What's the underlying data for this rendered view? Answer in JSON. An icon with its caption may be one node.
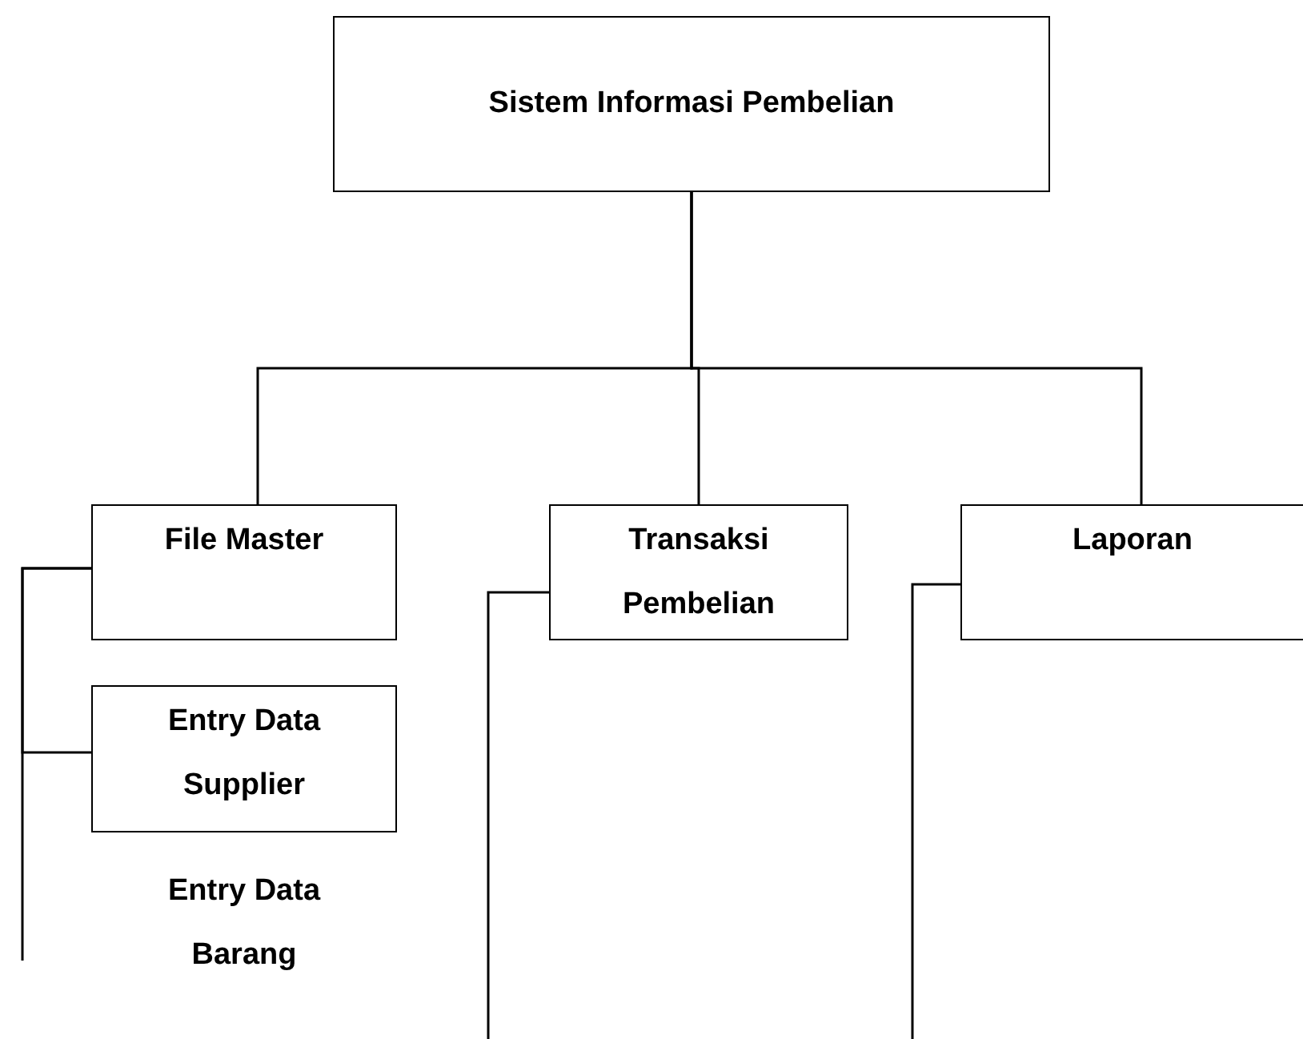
{
  "diagram": {
    "nodes": [
      {
        "text": [
          "Sistem Informasi Pembelian"
        ]
      },
      {
        "text": [
          "File Master"
        ]
      },
      {
        "text": [
          "Entry Data Supplier"
        ]
      },
      {
        "text": [
          "Entry Data Barang"
        ]
      },
      {
        "text": [
          "Transaksi Pembelian"
        ]
      },
      {
        "text": [
          "Laporan"
        ]
      }
    ],
    "edges": [
      {
        "from": 0,
        "to": 1,
        "arrow": "none"
      },
      {
        "from": 0,
        "to": 4,
        "arrow": "none"
      },
      {
        "from": 0,
        "to": 5,
        "arrow": "none"
      },
      {
        "from": 1,
        "to": 2,
        "arrow": "none"
      },
      {
        "from": 1,
        "to": null,
        "arrow": "none"
      },
      {
        "from": 4,
        "to": null,
        "arrow": "none"
      },
      {
        "from": 5,
        "to": null,
        "arrow": "none"
      }
    ]
  }
}
